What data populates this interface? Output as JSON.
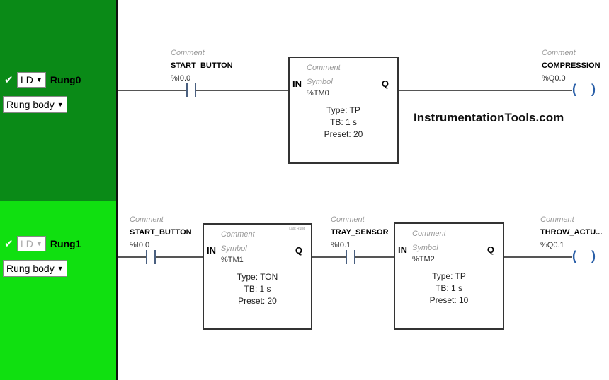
{
  "rungs": [
    {
      "check": "✔",
      "language": "LD",
      "name": "Rung0",
      "body_label": "Rung body"
    },
    {
      "check": "✔",
      "language": "LD",
      "name": "Rung1",
      "body_label": "Rung body"
    }
  ],
  "rung0": {
    "contact1": {
      "comment": "Comment",
      "name": "START_BUTTON",
      "address": "%I0.0"
    },
    "timer": {
      "comment": "Comment",
      "symbol": "Symbol",
      "address": "%TM0",
      "input": "IN",
      "output": "Q",
      "type": "Type: TP",
      "tb": "TB: 1 s",
      "preset": "Preset: 20"
    },
    "coil": {
      "comment": "Comment",
      "name": "COMPRESSION",
      "address": "%Q0.0",
      "symbol": "( )"
    }
  },
  "rung1": {
    "contact1": {
      "comment": "Comment",
      "name": "START_BUTTON",
      "address": "%I0.0"
    },
    "timer1": {
      "comment": "Comment",
      "symbol": "Symbol",
      "address": "%TM1",
      "input": "IN",
      "output": "Q",
      "type": "Type: TON",
      "tb": "TB: 1 s",
      "preset": "Preset: 20",
      "tiny": "Last Rung"
    },
    "contact2": {
      "comment": "Comment",
      "name": "TRAY_SENSOR",
      "address": "%I0.1"
    },
    "timer2": {
      "comment": "Comment",
      "symbol": "Symbol",
      "address": "%TM2",
      "input": "IN",
      "output": "Q",
      "type": "Type: TP",
      "tb": "TB: 1 s",
      "preset": "Preset: 10"
    },
    "coil": {
      "comment": "Comment",
      "name": "THROW_ACTU...",
      "address": "%Q0.1",
      "symbol": "( )"
    }
  },
  "watermark": "InstrumentationTools.com",
  "colors": {
    "rung0_bg": "#0a8a17",
    "rung1_bg": "#10e010",
    "coil": "#2a5fa8"
  }
}
